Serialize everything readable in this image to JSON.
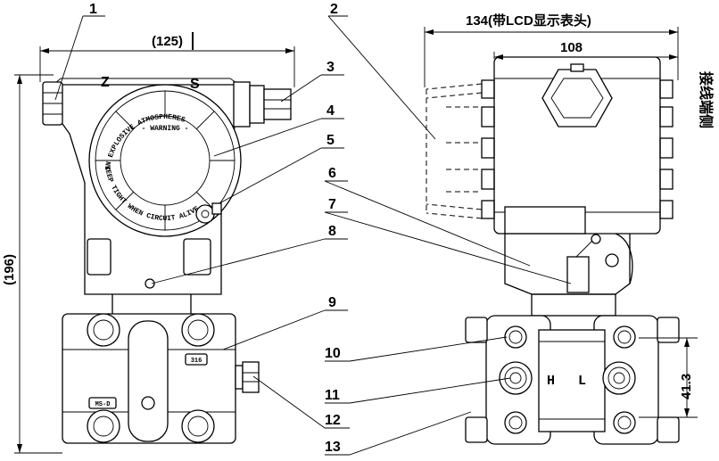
{
  "dimensions": {
    "front_width": "(125)",
    "overall_height": "(196)",
    "lcd_width": "134(带LCD显示表头)",
    "housing_width": "108",
    "flange_spacing": "41.3"
  },
  "side_label": "接线端侧",
  "callouts": [
    "1",
    "2",
    "3",
    "4",
    "5",
    "6",
    "7",
    "8",
    "9",
    "10",
    "11",
    "12",
    "13"
  ],
  "cover": {
    "z_mark": "Z",
    "s_mark": "S",
    "warning_line1": "IN EXPLOSIVE ATMOSPHERES",
    "warning_title": "- WARNING -",
    "warning_line2": "KEEP TIGHT WHEN CIRCUIT ALIVE"
  },
  "flange": {
    "material": "316",
    "plate": "MS-D"
  },
  "ports": {
    "high": "H",
    "low": "L"
  }
}
